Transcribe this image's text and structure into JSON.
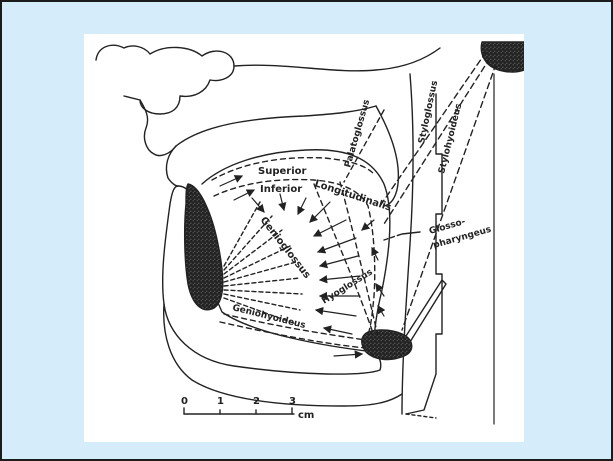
{
  "colors": {
    "slide_background": "#d5ecfb",
    "slide_border": "#1c1c1c",
    "figure_background": "#ffffff",
    "ink": "#222222"
  },
  "diagram": {
    "labels": {
      "superior": "Superior",
      "inferior": "Inferior",
      "longitudinalis": "Longitudinalis",
      "genioglossus": "Genioglossus",
      "hyoglossus": "Hyoglossus",
      "geniohyoideus": "Geniohyoideus",
      "palatoglossus": "Palatoglossus",
      "styloglossus": "Styloglossus",
      "stylohyoideus": "Stylohyoideus",
      "glosso": "Glosso-",
      "pharyngeus": "pharyngeus"
    },
    "scale": {
      "ticks": [
        "0",
        "1",
        "2",
        "3"
      ],
      "unit": "cm"
    }
  }
}
